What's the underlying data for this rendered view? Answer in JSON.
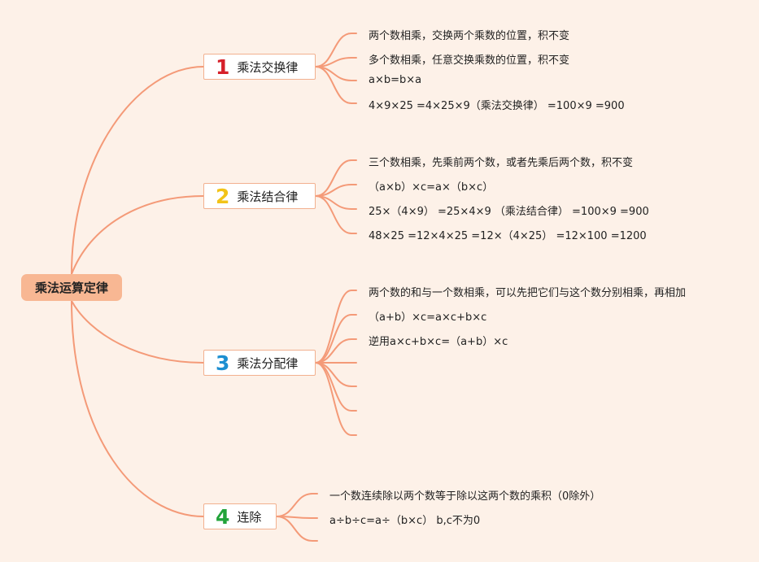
{
  "root": {
    "label": "乘法运算定律"
  },
  "branches": [
    {
      "number": "1",
      "title": "乘法交换律",
      "color": "#d6202a",
      "items": [
        "两个数相乘，交换两个乘数的位置，积不变",
        "多个数相乘，任意交换乘数的位置，积不变",
        "a×b=b×a",
        "4×9×25 =4×25×9（乘法交换律） =100×9 =900"
      ]
    },
    {
      "number": "2",
      "title": "乘法结合律",
      "color": "#f2c318",
      "items": [
        "三个数相乘，先乘前两个数，或者先乘后两个数，积不变",
        "（a×b）×c=a×（b×c）",
        "25×（4×9） =25×4×9 （乘法结合律） =100×9 =900",
        "48×25 =12×4×25 =12×（4×25） =12×100 =1200"
      ]
    },
    {
      "number": "3",
      "title": "乘法分配律",
      "color": "#1d8fd1",
      "items": [
        "两个数的和与一个数相乘，可以先把它们与这个数分别相乘，再相加",
        "（a+b）×c=a×c+b×c",
        "逆用a×c+b×c=（a+b）×c",
        "",
        "",
        "",
        ""
      ]
    },
    {
      "number": "4",
      "title": "连除",
      "color": "#22a33a",
      "items": [
        "一个数连续除以两个数等于除以这两个数的乘积（0除外）",
        "a÷b÷c=a÷（b×c） b,c不为0",
        ""
      ]
    }
  ],
  "line_color": "#f49a78"
}
